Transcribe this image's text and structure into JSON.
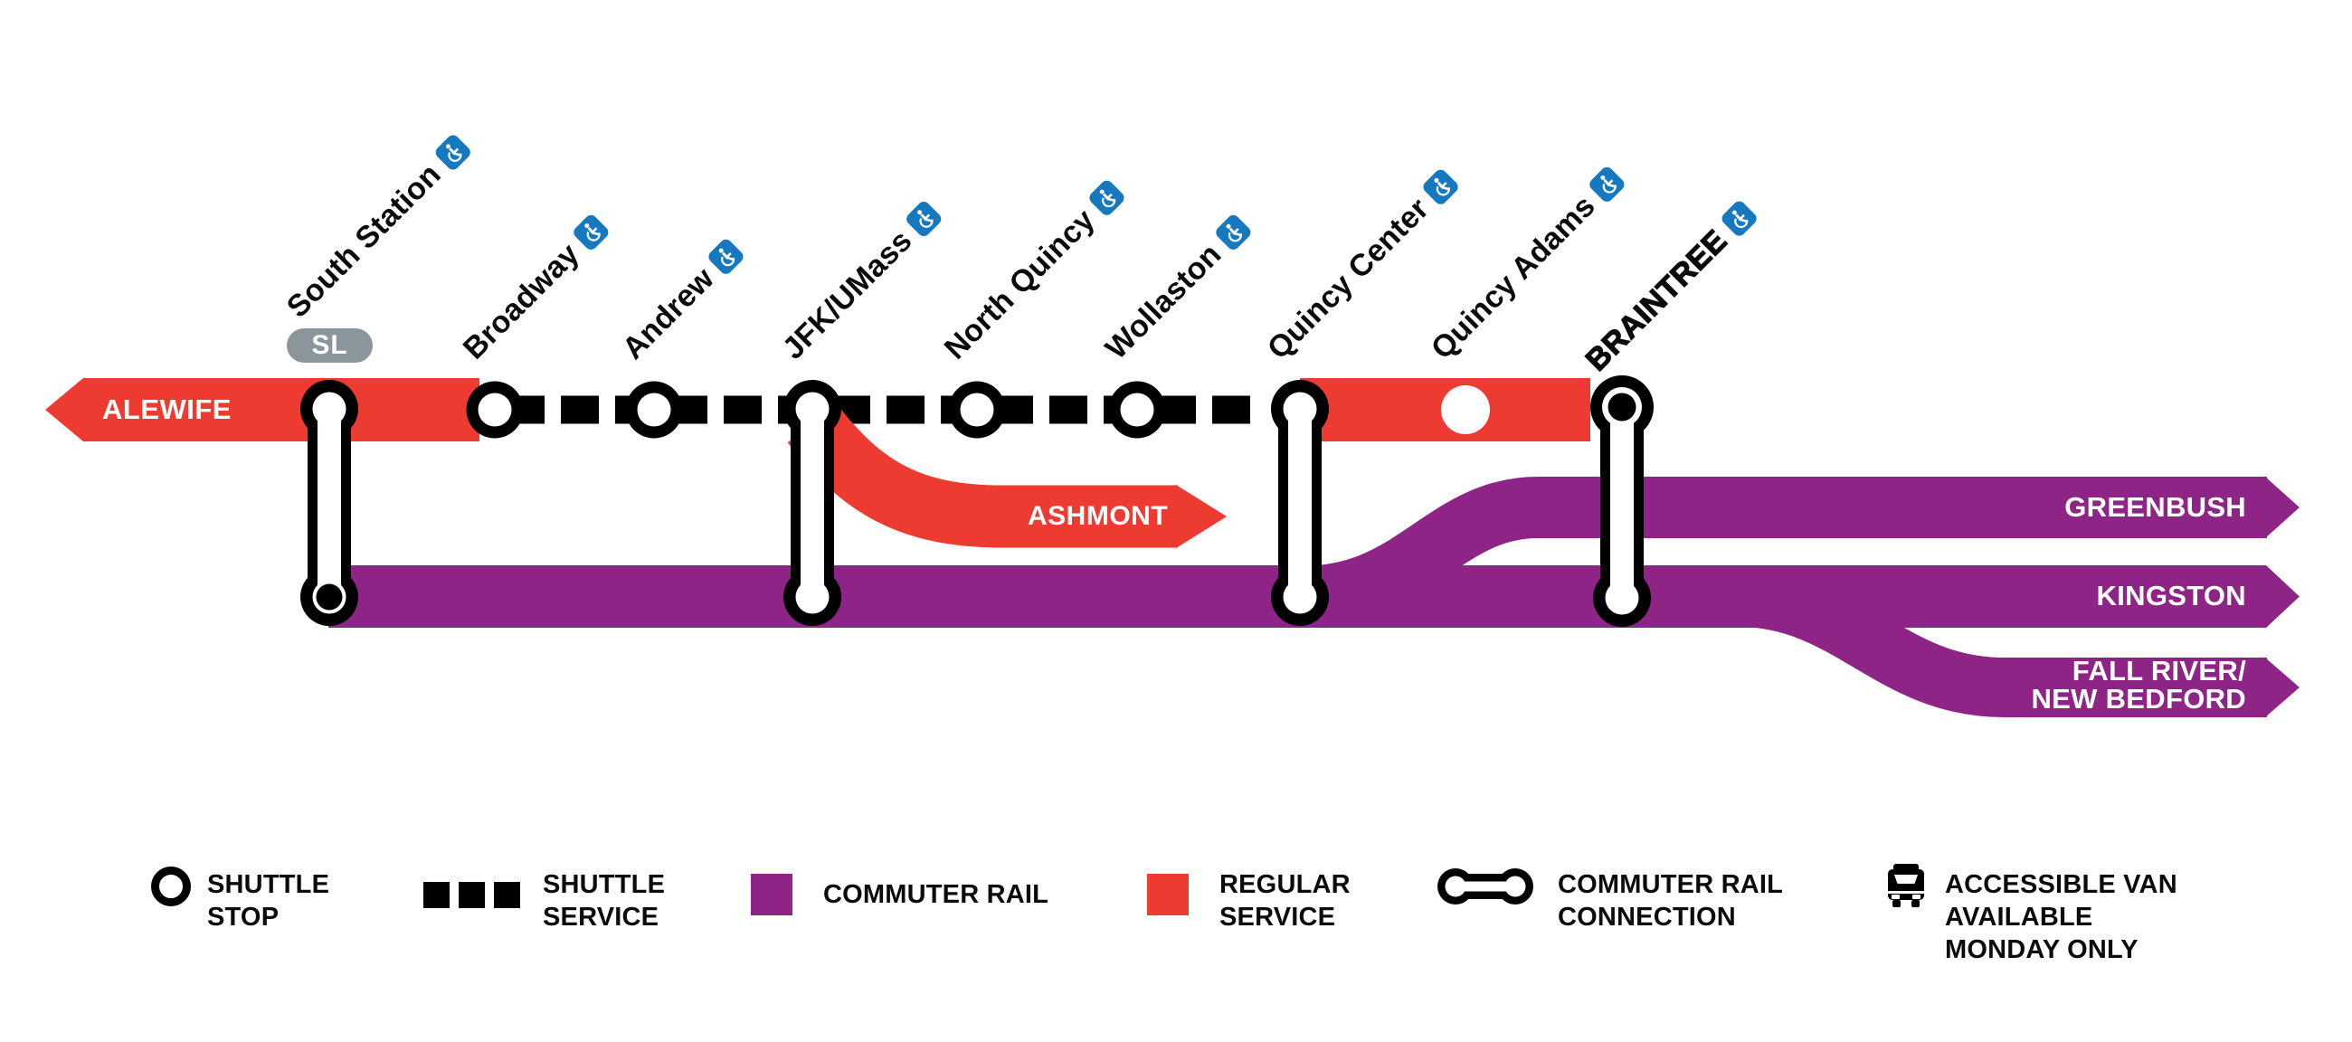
{
  "colors": {
    "red": "#EE3B32",
    "purple": "#8E2586",
    "accessible_blue": "#1678BE",
    "sl_gray": "#8B959C",
    "line_black": "#000000",
    "text_white": "#FFFFFF"
  },
  "map": {
    "left_terminal_label": "ALEWIFE",
    "sl_badge": "SL",
    "ashmont_branch_label": "ASHMONT",
    "stations": [
      {
        "name": "South Station",
        "accessible": true,
        "type": "commuter-rail-connection",
        "silver_line": true
      },
      {
        "name": "Broadway",
        "accessible": true,
        "type": "shuttle-stop"
      },
      {
        "name": "Andrew",
        "accessible": true,
        "type": "shuttle-stop"
      },
      {
        "name": "JFK/UMass",
        "accessible": true,
        "type": "commuter-rail-connection"
      },
      {
        "name": "North Quincy",
        "accessible": true,
        "type": "shuttle-stop"
      },
      {
        "name": "Wollaston",
        "accessible": true,
        "type": "shuttle-stop"
      },
      {
        "name": "Quincy Center",
        "accessible": true,
        "type": "commuter-rail-connection"
      },
      {
        "name": "Quincy Adams",
        "accessible": true,
        "type": "regular-stop"
      },
      {
        "name": "BRAINTREE",
        "accessible": true,
        "type": "commuter-rail-connection",
        "terminal": true
      }
    ],
    "commuter_rail_branches": [
      "GREENBUSH",
      "KINGSTON",
      "FALL RIVER/\nNEW BEDFORD"
    ]
  },
  "legend": {
    "shuttle_stop": "SHUTTLE\nSTOP",
    "shuttle_service": "SHUTTLE\nSERVICE",
    "commuter_rail": "COMMUTER RAIL",
    "regular_service": "REGULAR\nSERVICE",
    "commuter_rail_connection": "COMMUTER RAIL\nCONNECTION",
    "accessible_van": "ACCESSIBLE VAN\nAVAILABLE\nMONDAY ONLY"
  }
}
